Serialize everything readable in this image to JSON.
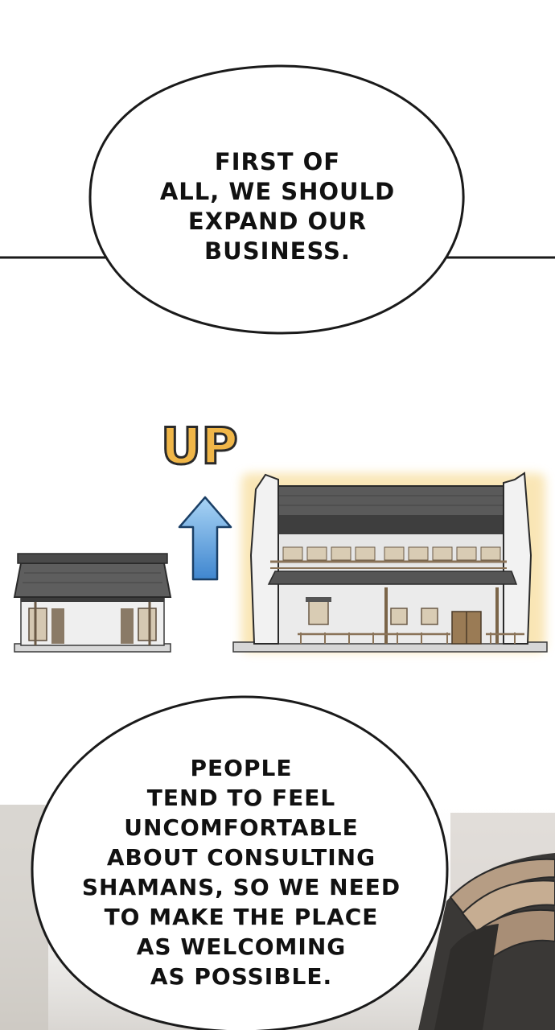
{
  "panel": {
    "background": "#ffffff",
    "bubble_1": {
      "text": "First of\nall, we should\nexpand our\nbusiness."
    },
    "upgrade_label": "UP",
    "colors": {
      "up_text": "#f0b648",
      "arrow": "#5a9bd8",
      "roof": "#5a5a5a",
      "wall": "#ececec",
      "glow": "#f5d27a"
    },
    "bubble_2": {
      "text": "People\ntend to feel\nuncomfortable\nabout consulting\nshamans, so we need\nto make the place\nas welcoming\nas possible."
    }
  }
}
